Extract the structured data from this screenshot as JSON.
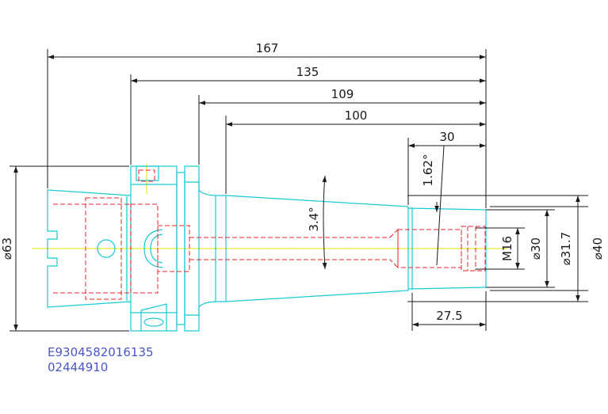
{
  "dimensions": {
    "overall_length": "167",
    "length_135": "135",
    "length_109": "109",
    "taper_length": "100",
    "nose_length": "30",
    "bore_depth": "27.5",
    "taper_angle": "3.4°",
    "nose_angle": "1.62°",
    "flange_diameter": "⌀63",
    "thread": "M16",
    "bore_diameter": "⌀30",
    "nose_diameter": "⌀31.7",
    "shank_diameter": "⌀40"
  },
  "part": {
    "code_1": "E9304582016135",
    "code_2": "02444910"
  },
  "colors": {
    "outline": "#19c9d4",
    "hidden": "#e8202a",
    "center": "#e8e000",
    "dimension": "#1a1a1a",
    "text_code": "#4a55c8"
  }
}
